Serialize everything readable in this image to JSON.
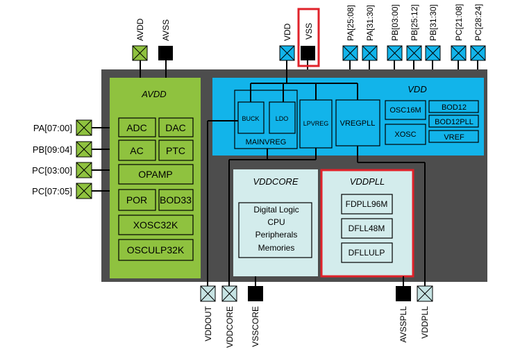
{
  "colors": {
    "chip": "#4d4d4d",
    "avdd_domain": "#8fc23f",
    "vdd_domain": "#12b4ea",
    "core_domain": "#d3ecec",
    "highlight": "#e0222a",
    "pin_green": "#8fc23f",
    "pin_blue": "#12b4ea",
    "pin_light": "#c6e3e3",
    "pin_black": "#000000"
  },
  "domains": {
    "avdd": "AVDD",
    "vdd": "VDD",
    "vddcore": "VDDCORE",
    "vddpll": "VDDPLL"
  },
  "top_pins": {
    "avdd": "AVDD",
    "avss": "AVSS",
    "vdd": "VDD",
    "vss": "VSS",
    "pa1": "PA[25:08]",
    "pa2": "PA[31:30]",
    "pb1": "PB[03:00]",
    "pb2": "PB[25:12]",
    "pb3": "PB[31:30]",
    "pc1": "PC[21:08]",
    "pc2": "PC[28:24]"
  },
  "left_pins": [
    "PA[07:00]",
    "PB[09:04]",
    "PC[03:00]",
    "PC[07:05]"
  ],
  "bottom_pins": {
    "vddout": "VDDOUT",
    "vddcore": "VDDCORE",
    "vsscore": "VSSCORE",
    "avsspll": "AVSSPLL",
    "vddpll": "VDDPLL"
  },
  "avdd_blocks": {
    "adc": "ADC",
    "dac": "DAC",
    "ac": "AC",
    "ptc": "PTC",
    "opamp": "OPAMP",
    "por": "POR",
    "bod33": "BOD33",
    "xosc32k": "XOSC32K",
    "osculp32k": "OSCULP32K"
  },
  "vdd_blocks": {
    "buck": "BUCK",
    "ldo": "LDO",
    "mainvreg": "MAINVREG",
    "lpvreg": "LPVREG",
    "vregpll": "VREGPLL",
    "osc16m": "OSC16M",
    "xosc": "XOSC",
    "bod12": "BOD12",
    "bod12pll": "BOD12PLL",
    "vref": "VREF"
  },
  "core_lines": [
    "Digital Logic",
    "CPU",
    "Peripherals",
    "Memories"
  ],
  "pll_blocks": {
    "fdpll96m": "FDPLL96M",
    "dfll48m": "DFLL48M",
    "dfllulp": "DFLLULP"
  }
}
